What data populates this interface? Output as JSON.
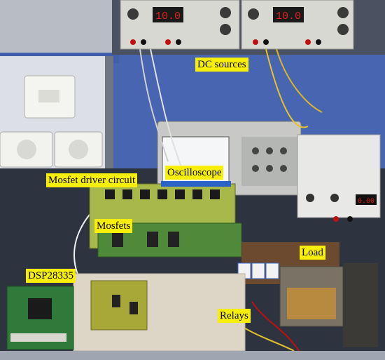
{
  "labels": {
    "dc_sources": "DC sources",
    "mosfet_driver": "Mosfet driver circuit",
    "oscilloscope": "Oscilloscope",
    "mosfets": "Mosfets",
    "load": "Load",
    "dsp": "DSP28335",
    "relays": "Relays"
  },
  "displays": {
    "psu_left": "10.0",
    "psu_right": "10.0",
    "small_psu": "0.00"
  },
  "colors": {
    "callout_bg": "#f7ef0a",
    "wall": "#e6e8ee",
    "bench": "#2f3442",
    "pcb_green": "#4f8a3a",
    "display_red": "#e0201c"
  }
}
